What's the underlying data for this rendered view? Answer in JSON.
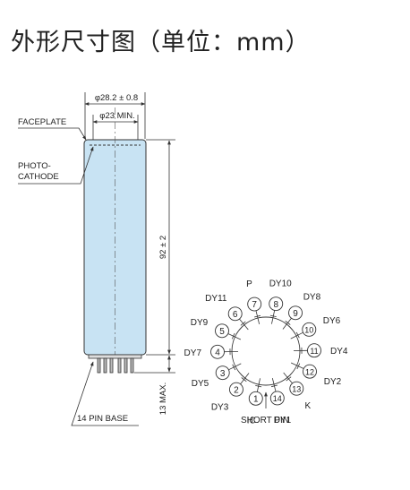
{
  "page_title": "外形尺寸图（单位：mm）",
  "side_view": {
    "outer_diameter": "φ28.2 ± 0.8",
    "inner_diameter": "φ23 MIN.",
    "faceplate_label": "FACEPLATE",
    "photocathode_label": [
      "PHOTO-",
      "CATHODE"
    ],
    "length": "92 ± 2",
    "base_length": "13 MAX.",
    "pin_base_label": "14 PIN BASE"
  },
  "base_view": {
    "pins": [
      {
        "num": "1",
        "label": "IC"
      },
      {
        "num": "2",
        "label": "DY3"
      },
      {
        "num": "3",
        "label": "DY5"
      },
      {
        "num": "4",
        "label": "DY7"
      },
      {
        "num": "5",
        "label": "DY9"
      },
      {
        "num": "6",
        "label": "DY11"
      },
      {
        "num": "7",
        "label": "P"
      },
      {
        "num": "8",
        "label": "DY10"
      },
      {
        "num": "9",
        "label": "DY8"
      },
      {
        "num": "10",
        "label": "DY6"
      },
      {
        "num": "11",
        "label": "DY4"
      },
      {
        "num": "12",
        "label": "DY2"
      },
      {
        "num": "13",
        "label": "K"
      },
      {
        "num": "14",
        "label": "DY1"
      }
    ],
    "short_pin_label": "SHORT PIN"
  },
  "colors": {
    "tube_fill": "#c8e3f3",
    "line": "#333333",
    "text": "#222222"
  }
}
